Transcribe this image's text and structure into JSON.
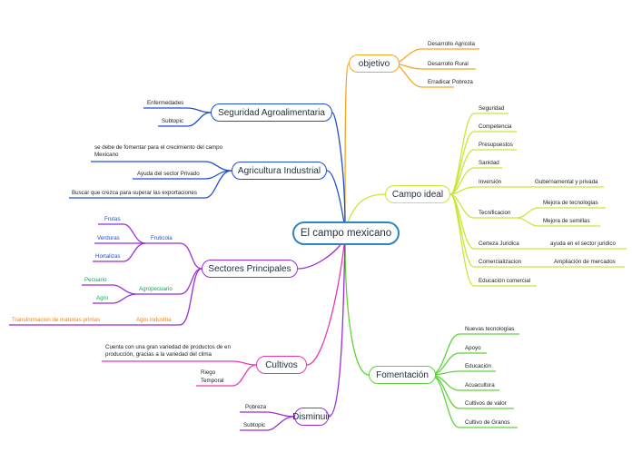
{
  "center": "El campo mexicano",
  "colors": {
    "orange": "#f5a623",
    "yellow": "#cbe637",
    "green": "#5fd43a",
    "magenta": "#e83ab0",
    "purple": "#9a2fd6",
    "blue": "#1f4fd1",
    "center_border": "#2e86c1"
  },
  "branches": {
    "objetivo": {
      "title": "objetivo",
      "items": [
        "Desarrollo Agricola",
        "Desarrollo Rural",
        "Erradicar Pobreza"
      ]
    },
    "campo_ideal": {
      "title": "Campo ideal",
      "items": [
        "Seguridad",
        "Competencia",
        "Presupuestos",
        "Sanidad",
        "Inversión",
        "Tecnificacion",
        "Certeza Juridica",
        "Comercializacion",
        "Educación comercial"
      ],
      "inversion_sub": "Gubernamental y privada",
      "tecnificacion_sub": [
        "Mejora de tecnologias",
        "Mejora de semillas"
      ],
      "certeza_sub": "ayuda en el sector juridico",
      "comercializacion_sub": "Ampliación de mercados"
    },
    "fomentacion": {
      "title": "Fomentación",
      "items": [
        "Nuevas tecnologías",
        "Apoyo",
        "Educación",
        "Acuacultura",
        "Cultivos de valor",
        "Cultivo de Granos"
      ]
    },
    "seguridad": {
      "title": "Seguridad Agroalimentaria",
      "items": [
        "Enfermedades",
        "Subtopic"
      ]
    },
    "agricultura": {
      "title": "Agricultura Industrial",
      "items": [
        "se debe de fomentar para el crecimiento del campo Mexicano",
        "Ayuda del sector Privado",
        "Buscar que crezca para superar las exportaciones"
      ]
    },
    "sectores": {
      "title": "Sectores Principales",
      "fruticola": {
        "label": "Fruticola",
        "items": [
          "Frutas",
          "Verduras",
          "Hortalizas"
        ]
      },
      "agropecuario": {
        "label": "Agropecuario",
        "items": [
          "Pecuario",
          "Agro"
        ]
      },
      "agroindustria": {
        "label": "Agro Industria",
        "items": [
          "Transformacion de materias primas"
        ]
      }
    },
    "cultivos": {
      "title": "Cultivos",
      "items": [
        "Cuenta con una gran variedad de productos de en producción, gracias a la variedad del clima",
        "Riego",
        "Temporal"
      ]
    },
    "disminuir": {
      "title": "Disminuir",
      "items": [
        "Pobreza",
        "Subtopic"
      ]
    }
  }
}
